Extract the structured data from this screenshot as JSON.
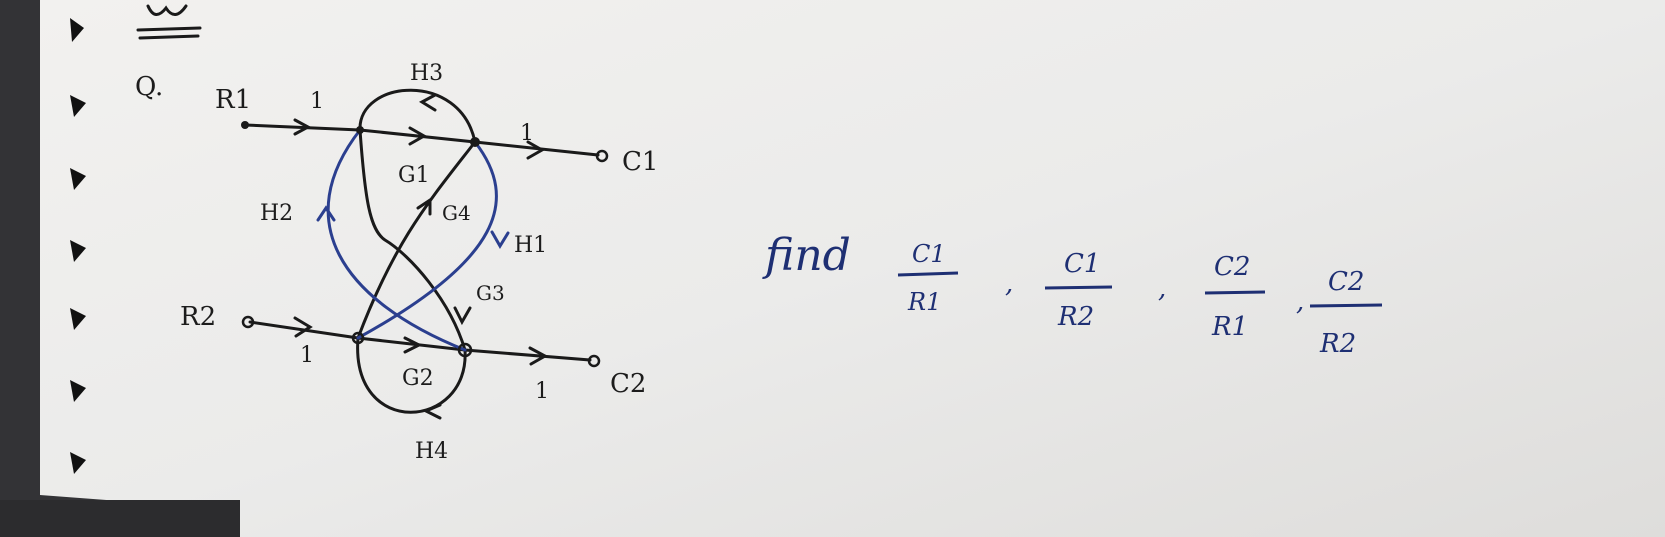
{
  "question": {
    "marker": "Q.",
    "find_word": "find",
    "ratios": [
      {
        "num": "C1",
        "den": "R1"
      },
      {
        "num": "C1",
        "den": "R2"
      },
      {
        "num": "C2",
        "den": "R1"
      },
      {
        "num": "C2",
        "den": "R2"
      }
    ],
    "separator": ","
  },
  "diagram": {
    "nodes": {
      "R1": "R1",
      "R2": "R2",
      "C1": "C1",
      "C2": "C2"
    },
    "branch_labels": {
      "in_top": "1",
      "out_top": "1",
      "in_bottom": "1",
      "out_bottom": "1",
      "G1": "G1",
      "G2": "G2",
      "G3": "G3",
      "G4": "G4",
      "H1": "H1",
      "H2": "H2",
      "H3": "H3",
      "H4": "H4"
    }
  }
}
